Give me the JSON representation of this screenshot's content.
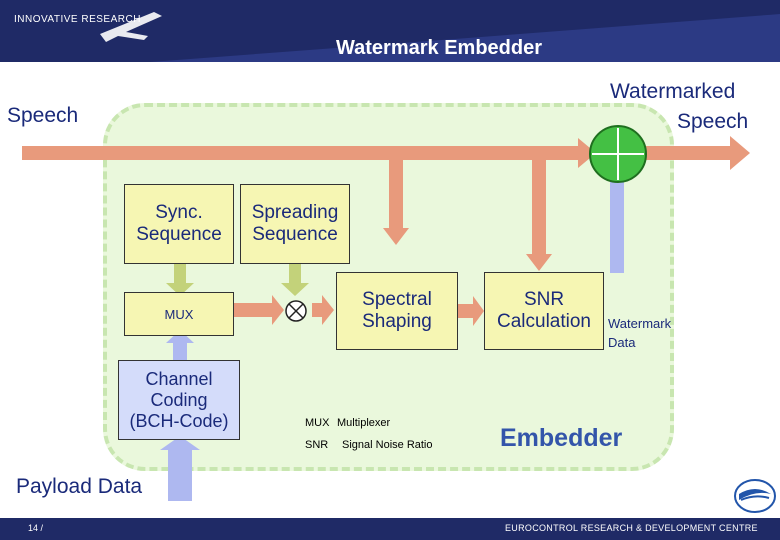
{
  "header": {
    "top_label": "INNOVATIVE RESEARCH",
    "title": "Watermark Embedder"
  },
  "labels": {
    "speech": "Speech",
    "watermarked_line1": "Watermarked",
    "watermarked_line2": "Speech",
    "sync_line1": "Sync.",
    "sync_line2": "Sequence",
    "spread_line1": "Spreading",
    "spread_line2": "Sequence",
    "mux": "MUX",
    "spectral_line1": "Spectral",
    "spectral_line2": "Shaping",
    "snr_line1": "SNR",
    "snr_line2": "Calculation",
    "watermark_line1": "Watermark",
    "watermark_line2": "Data",
    "channel_line1": "Channel",
    "channel_line2": "Coding",
    "channel_line3": "(BCH-Code)",
    "legend_mux_abbr": "MUX",
    "legend_mux_text": "Multiplexer",
    "legend_snr_abbr": "SNR",
    "legend_snr_text": "Signal Noise Ratio",
    "embedder": "Embedder",
    "payload": "Payload Data"
  },
  "footer": {
    "page": "14 /",
    "centre": "EUROCONTROL RESEARCH & DEVELOPMENT CENTRE"
  },
  "colors": {
    "speech_arrow": "#e89a7c",
    "bit_arrow": "#c3d27a",
    "data_arrow": "#aeb8f0",
    "adder": "#33aa33"
  },
  "icons": [
    "plane-icon",
    "multiply-icon",
    "adder-icon",
    "logo-icon"
  ]
}
